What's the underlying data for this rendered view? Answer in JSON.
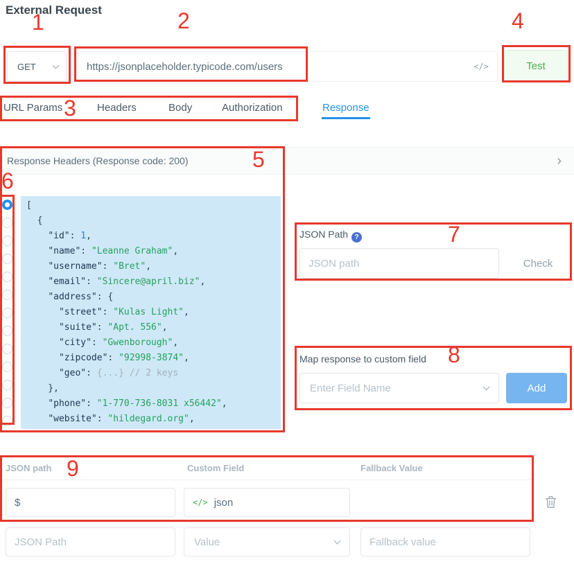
{
  "page": {
    "title": "External Request"
  },
  "request": {
    "method": "GET",
    "url": "https://jsonplaceholder.typicode.com/users",
    "code_icon": "</>",
    "test_label": "Test"
  },
  "tabs": [
    {
      "label": "URL Params",
      "active": false
    },
    {
      "label": "Headers",
      "active": false
    },
    {
      "label": "Body",
      "active": false
    },
    {
      "label": "Authorization",
      "active": false
    },
    {
      "label": "Response",
      "active": true
    }
  ],
  "response": {
    "header_label": "Response Headers (Response code: 200)",
    "radio_count": 13,
    "selected_radio": 0,
    "json_lines": [
      [
        {
          "t": "p",
          "v": "["
        }
      ],
      [
        {
          "t": "p",
          "v": "  {"
        }
      ],
      [
        {
          "t": "p",
          "v": "    "
        },
        {
          "t": "k",
          "v": "\"id\""
        },
        {
          "t": "p",
          "v": ": "
        },
        {
          "t": "n",
          "v": "1"
        },
        {
          "t": "p",
          "v": ","
        }
      ],
      [
        {
          "t": "p",
          "v": "    "
        },
        {
          "t": "k",
          "v": "\"name\""
        },
        {
          "t": "p",
          "v": ": "
        },
        {
          "t": "s",
          "v": "\"Leanne Graham\""
        },
        {
          "t": "p",
          "v": ","
        }
      ],
      [
        {
          "t": "p",
          "v": "    "
        },
        {
          "t": "k",
          "v": "\"username\""
        },
        {
          "t": "p",
          "v": ": "
        },
        {
          "t": "s",
          "v": "\"Bret\""
        },
        {
          "t": "p",
          "v": ","
        }
      ],
      [
        {
          "t": "p",
          "v": "    "
        },
        {
          "t": "k",
          "v": "\"email\""
        },
        {
          "t": "p",
          "v": ": "
        },
        {
          "t": "s",
          "v": "\"Sincere@april.biz\""
        },
        {
          "t": "p",
          "v": ","
        }
      ],
      [
        {
          "t": "p",
          "v": "    "
        },
        {
          "t": "k",
          "v": "\"address\""
        },
        {
          "t": "p",
          "v": ": {"
        }
      ],
      [
        {
          "t": "p",
          "v": "      "
        },
        {
          "t": "k",
          "v": "\"street\""
        },
        {
          "t": "p",
          "v": ": "
        },
        {
          "t": "s",
          "v": "\"Kulas Light\""
        },
        {
          "t": "p",
          "v": ","
        }
      ],
      [
        {
          "t": "p",
          "v": "      "
        },
        {
          "t": "k",
          "v": "\"suite\""
        },
        {
          "t": "p",
          "v": ": "
        },
        {
          "t": "s",
          "v": "\"Apt. 556\""
        },
        {
          "t": "p",
          "v": ","
        }
      ],
      [
        {
          "t": "p",
          "v": "      "
        },
        {
          "t": "k",
          "v": "\"city\""
        },
        {
          "t": "p",
          "v": ": "
        },
        {
          "t": "s",
          "v": "\"Gwenborough\""
        },
        {
          "t": "p",
          "v": ","
        }
      ],
      [
        {
          "t": "p",
          "v": "      "
        },
        {
          "t": "k",
          "v": "\"zipcode\""
        },
        {
          "t": "p",
          "v": ": "
        },
        {
          "t": "s",
          "v": "\"92998-3874\""
        },
        {
          "t": "p",
          "v": ","
        }
      ],
      [
        {
          "t": "p",
          "v": "      "
        },
        {
          "t": "k",
          "v": "\"geo\""
        },
        {
          "t": "p",
          "v": ": "
        },
        {
          "t": "c",
          "v": "{...} // 2 keys"
        }
      ],
      [
        {
          "t": "p",
          "v": "    },"
        }
      ],
      [
        {
          "t": "p",
          "v": "    "
        },
        {
          "t": "k",
          "v": "\"phone\""
        },
        {
          "t": "p",
          "v": ": "
        },
        {
          "t": "s",
          "v": "\"1-770-736-8031 x56442\""
        },
        {
          "t": "p",
          "v": ","
        }
      ],
      [
        {
          "t": "p",
          "v": "    "
        },
        {
          "t": "k",
          "v": "\"website\""
        },
        {
          "t": "p",
          "v": ": "
        },
        {
          "t": "s",
          "v": "\"hildegard.org\""
        },
        {
          "t": "p",
          "v": ","
        }
      ]
    ]
  },
  "json_path_panel": {
    "label": "JSON Path",
    "help_icon": "?",
    "input_placeholder": "JSON path",
    "check_label": "Check"
  },
  "map_panel": {
    "label": "Map response to custom field",
    "field_placeholder": "Enter Field Name",
    "add_label": "Add"
  },
  "mapping_table": {
    "headers": [
      "JSON path",
      "Custom Field",
      "Fallback Value"
    ],
    "row1": {
      "json_path_value": "$",
      "custom_field_icon": "</>",
      "custom_field_value": "json"
    },
    "row2": {
      "json_path_placeholder": "JSON Path",
      "custom_field_placeholder": "Value",
      "fallback_placeholder": "Fallback value"
    }
  },
  "annotations": [
    "1",
    "2",
    "3",
    "4",
    "5",
    "6",
    "7",
    "8",
    "9"
  ]
}
